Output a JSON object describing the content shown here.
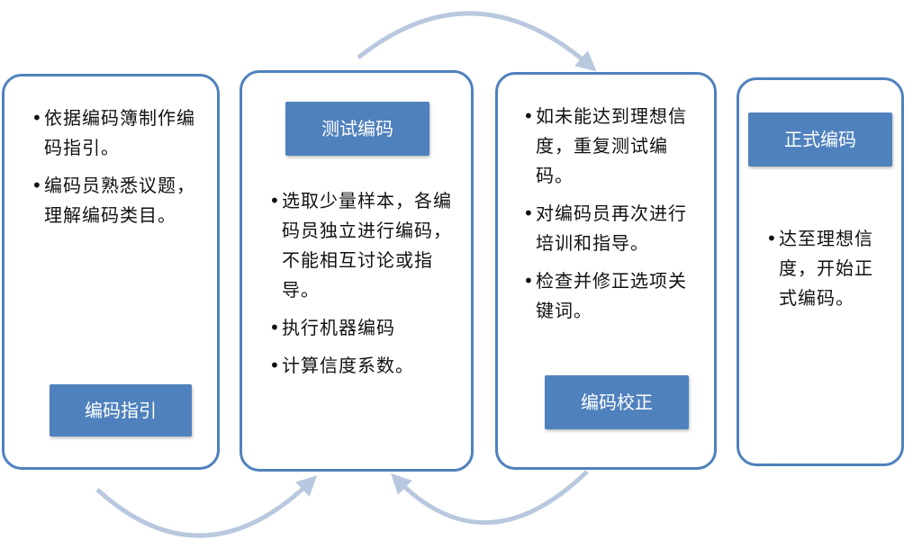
{
  "colors": {
    "border": "#4f81bd",
    "label_fill": "#4f81bd",
    "label_text": "#ffffff",
    "arrow": "#b8c8df"
  },
  "stages": [
    {
      "label": "编码指引",
      "bullets": [
        "依据编码簿制作编码指引。",
        "编码员熟悉议题，理解编码类目。"
      ]
    },
    {
      "label": "测试编码",
      "bullets": [
        "选取少量样本，各编码员独立进行编码，不能相互讨论或指导。",
        "执行机器编码",
        "计算信度系数。"
      ]
    },
    {
      "label": "编码校正",
      "bullets": [
        "如未能达到理想信度，重复测试编码。",
        "对编码员再次进行培训和指导。",
        "检查并修正选项关键词。"
      ]
    },
    {
      "label": "正式编码",
      "bullets": [
        "达至理想信度，开始正式编码。"
      ]
    }
  ]
}
